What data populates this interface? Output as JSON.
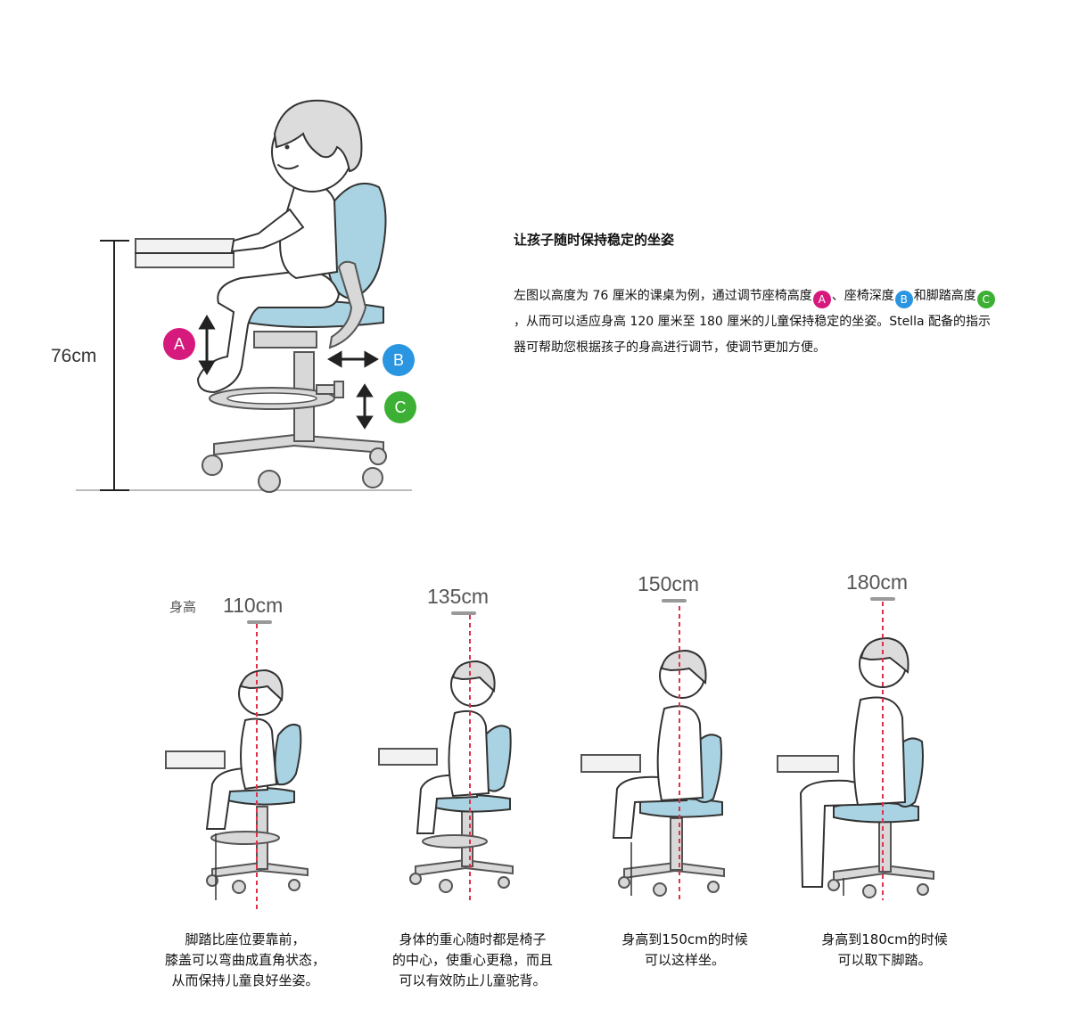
{
  "top_figure": {
    "desk_height": "76cm",
    "badges": {
      "a": "A",
      "b": "B",
      "c": "C"
    }
  },
  "text": {
    "headline": "让孩子随时保持稳定的坐姿",
    "desc_part1": "左图以高度为 76 厘米的课桌为例，通过调节座椅高度",
    "desc_part2": "、座椅深度",
    "desc_part3": "和脚踏高度",
    "desc_part4": "，从而可以适应身高 120 厘米至 180 厘米的儿童保持稳定的坐姿。Stella 配备的指示器可帮助您根据孩子的身高进行调节，使调节更加方便。",
    "badge_a": "A",
    "badge_b": "B",
    "badge_c": "C"
  },
  "stages_label": "身高",
  "stages": [
    {
      "height": "110cm",
      "caption": [
        "脚踏比座位要靠前，",
        "膝盖可以弯曲成直角状态，",
        "从而保持儿童良好坐姿。"
      ]
    },
    {
      "height": "135cm",
      "caption": [
        "身体的重心随时都是椅子",
        "的中心，使重心更稳，而且",
        "可以有效防止儿童驼背。"
      ]
    },
    {
      "height": "150cm",
      "caption": [
        "身高到150cm的时候",
        "可以这样坐。"
      ]
    },
    {
      "height": "180cm",
      "caption": [
        "身高到180cm的时候",
        "可以取下脚踏。"
      ]
    }
  ],
  "colors": {
    "seat_blue": "#a9d3e2",
    "badge_a": "#d6197c",
    "badge_b": "#2a95e0",
    "badge_c": "#3cb034",
    "guide_red": "#e0304a"
  },
  "icons": [
    "child-illustration",
    "kids-chair",
    "double-arrow-icon"
  ]
}
